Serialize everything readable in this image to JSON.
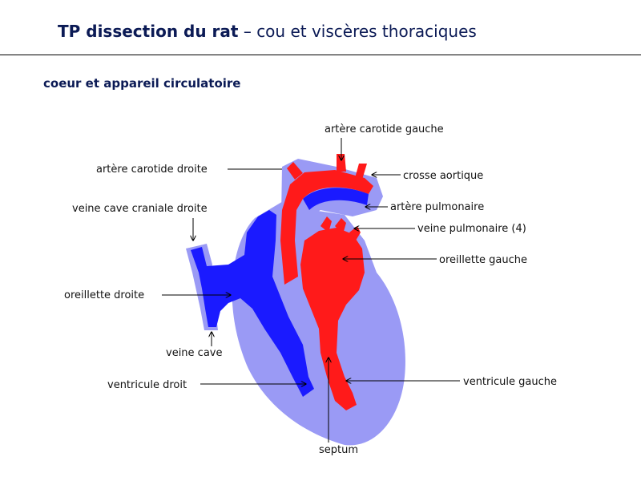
{
  "header": {
    "title_bold": "TP dissection du rat",
    "title_sep": " – ",
    "title_sub": "cou et viscères thoraciques"
  },
  "section_title": "coeur et appareil circulatoire",
  "labels": {
    "carotide_gauche": "artère carotide gauche",
    "carotide_droite": "artère carotide droite",
    "crosse_aortique": "crosse aortique",
    "artere_pulmonaire": "artère pulmonaire",
    "veine_cave_craniale": "veine cave  craniale droite",
    "veine_pulmonaire": "veine pulmonaire (4)",
    "oreillette_gauche": "oreillette gauche",
    "oreillette_droite": "oreillette droite",
    "veine_cave": "veine cave",
    "ventricule_droit": "ventricule droit",
    "ventricule_gauche": "ventricule gauche",
    "septum": "septum"
  },
  "colors": {
    "oxygenated": "#ff1a1a",
    "deoxygenated": "#1a1aff",
    "tissue": "#9a9af5",
    "title": "#0b1a55"
  }
}
